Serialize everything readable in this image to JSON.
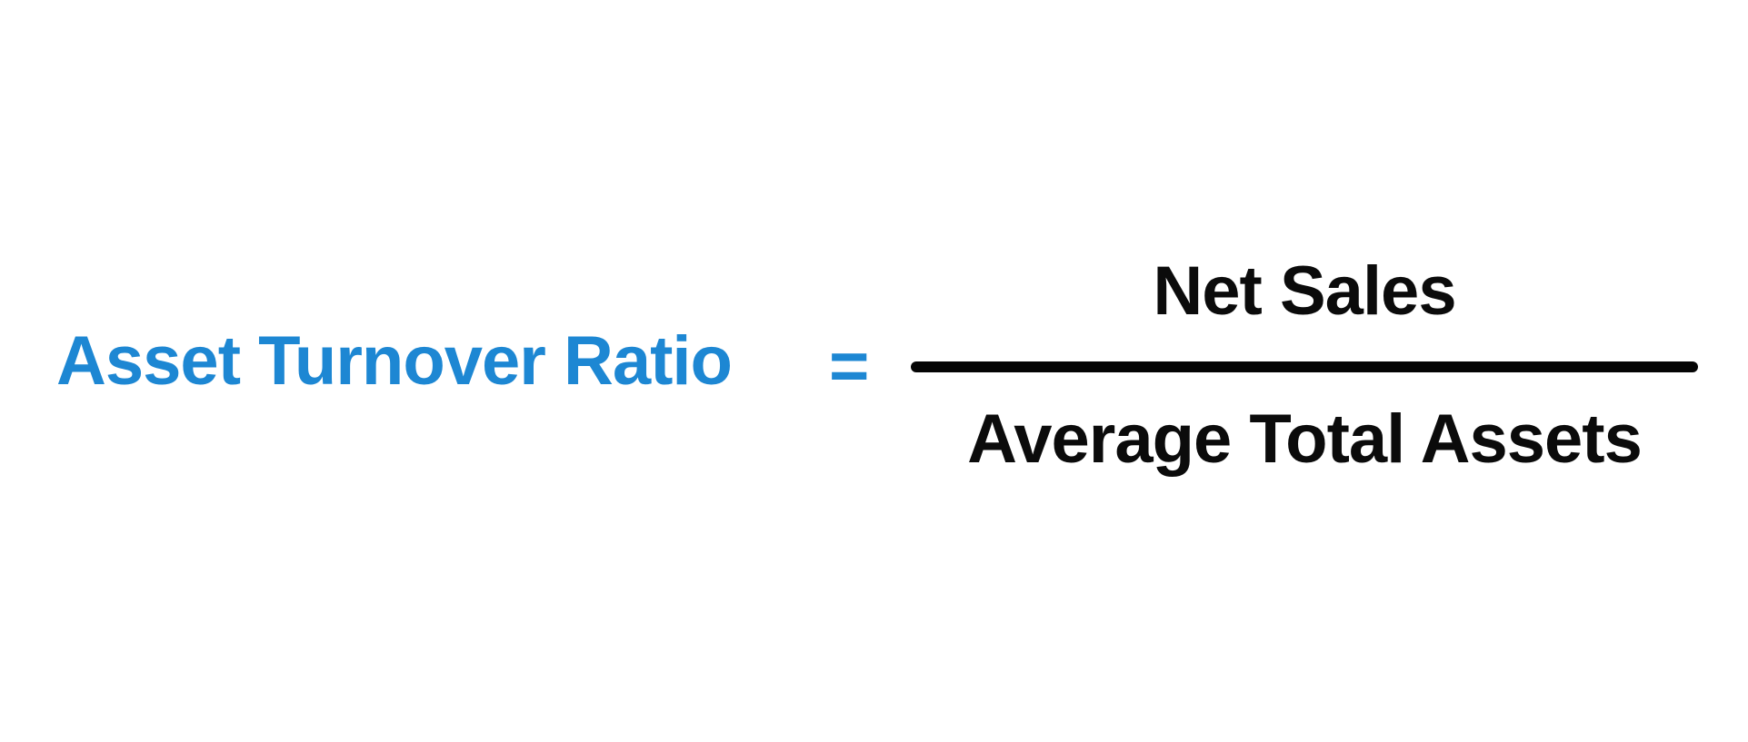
{
  "formula": {
    "lhs": "Asset Turnover Ratio",
    "equals": "=",
    "numerator": "Net Sales",
    "denominator": "Average Total Assets"
  },
  "colors": {
    "lhs_blue": "#1d87d3",
    "text_black": "#0b0b0b",
    "bar_black": "#050505",
    "background": "#ffffff"
  }
}
